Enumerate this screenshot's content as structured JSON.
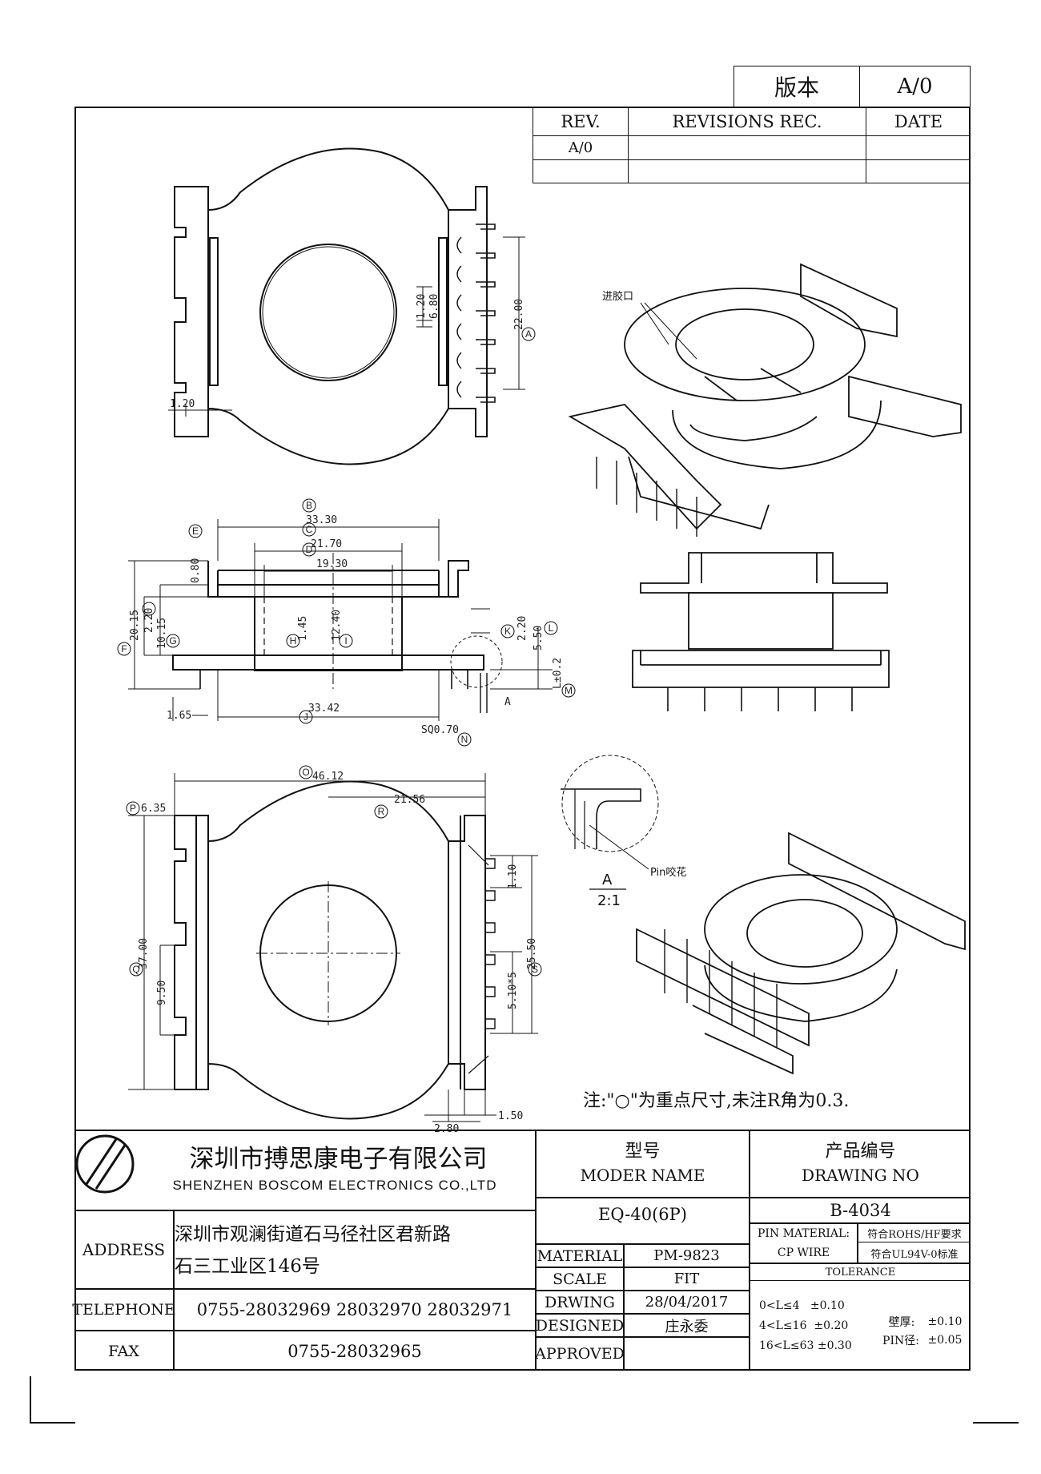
{
  "version_box": {
    "label": "版本",
    "value": "A/0"
  },
  "revisions": {
    "headers": [
      "REV.",
      "REVISIONS REC.",
      "DATE"
    ],
    "rows": [
      [
        "A/0",
        "",
        ""
      ],
      [
        "",
        "",
        ""
      ]
    ]
  },
  "annotations": {
    "gate": "进胶口",
    "pin_crimp": "Pin咬花",
    "detail_label": "A",
    "detail_scale": "2:1",
    "note": "注:\"○\"为重点尺寸,未注R角为0.3."
  },
  "top_view": {
    "dims": {
      "w120": "1.20",
      "h680": "6.80",
      "h120": "1.20",
      "h2200": "22.00"
    },
    "bubbles": {
      "a": "A"
    }
  },
  "side_view": {
    "dims": {
      "d3330": "33.30",
      "d2170": "21.70",
      "d1930": "19.30",
      "d080": "0.80",
      "d2015": "20.15",
      "d220a": "2.20",
      "d1015": "10.15",
      "d145": "1.45",
      "d1240": "12.40",
      "d550": "5.50",
      "d220b": "2.20",
      "dL": "L±0.2",
      "d165": "1.65",
      "d3342": "33.42",
      "dsq": "SQ0.70",
      "dA": "A"
    },
    "bubbles": {
      "b": "B",
      "c": "C",
      "d": "D",
      "e": "E",
      "f": "F",
      "g": "G",
      "h": "H",
      "i": "I",
      "j": "J",
      "k": "K",
      "l": "L",
      "m": "M",
      "n": "N"
    }
  },
  "bottom_view": {
    "dims": {
      "d4612": "46.12",
      "d635": "6.35",
      "d2156": "21.56",
      "d3700": "37.00",
      "d950": "9.50",
      "d110": "1.10",
      "d2550": "25.50",
      "d510": "5.10*5",
      "d150": "1.50",
      "d280": "2.80"
    },
    "bubbles": {
      "o": "O",
      "p": "P",
      "q": "Q",
      "r": "R",
      "s": "S"
    }
  },
  "company": {
    "name_cn": "深圳市搏思康电子有限公司",
    "name_en": "SHENZHEN BOSCOM ELECTRONICS CO.,LTD",
    "address_label": "ADDRESS",
    "address_line1": "深圳市观澜街道石马径社区君新路",
    "address_line2": "石三工业区146号",
    "telephone_label": "TELEPHONE",
    "telephone": "0755-28032969 28032970 28032971",
    "fax_label": "FAX",
    "fax": "0755-28032965"
  },
  "title_block": {
    "model_label_cn": "型号",
    "model_label_en": "MODER NAME",
    "model_value": "EQ-40(6P)",
    "drawing_label_cn": "产品编号",
    "drawing_label_en": "DRAWING NO",
    "drawing_value": "B-4034",
    "material_label": "MATERIAL",
    "material_value": "PM-9823",
    "scale_label": "SCALE",
    "scale_value": "FIT",
    "drwing_label": "DRWING",
    "drwing_value": "28/04/2017",
    "designed_label": "DESIGNED",
    "designed_value": "庄永委",
    "approved_label": "APPROVED",
    "approved_value": "",
    "pin_material_label": "PIN MATERIAL:",
    "pin_material_value": "CP WIRE",
    "rohs": "符合ROHS/HF要求",
    "ul": "符合UL94V-0标准",
    "tolerance_label": "TOLERANCE",
    "tol1": "0<L≤4   ±0.10",
    "tol2": "4<L≤16  ±0.20",
    "tol3": "16<L≤63 ±0.30",
    "wall_label": "壁厚:",
    "wall_value": "±0.10",
    "pin_dia_label": "PIN径:",
    "pin_dia_value": "±0.05"
  }
}
